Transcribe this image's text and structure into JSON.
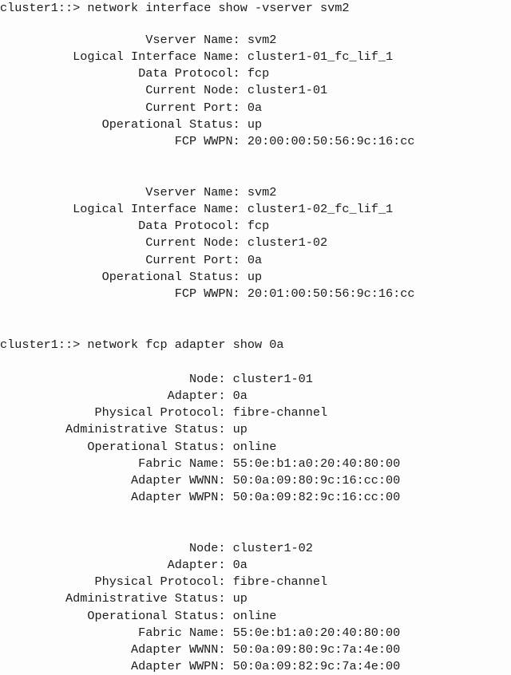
{
  "commands": [
    {
      "prompt": "cluster1::> ",
      "text": "network interface show -vserver svm2"
    },
    {
      "prompt": "cluster1::> ",
      "text": "network fcp adapter show 0a"
    }
  ],
  "interfaces": [
    {
      "rows": [
        {
          "label": "Vserver Name:",
          "value": "svm2"
        },
        {
          "label": "Logical Interface Name:",
          "value": "cluster1-01_fc_lif_1"
        },
        {
          "label": "Data Protocol:",
          "value": "fcp"
        },
        {
          "label": "Current Node:",
          "value": "cluster1-01"
        },
        {
          "label": "Current Port:",
          "value": "0a"
        },
        {
          "label": "Operational Status:",
          "value": "up"
        },
        {
          "label": "FCP WWPN:",
          "value": "20:00:00:50:56:9c:16:cc"
        }
      ]
    },
    {
      "rows": [
        {
          "label": "Vserver Name:",
          "value": "svm2"
        },
        {
          "label": "Logical Interface Name:",
          "value": "cluster1-02_fc_lif_1"
        },
        {
          "label": "Data Protocol:",
          "value": "fcp"
        },
        {
          "label": "Current Node:",
          "value": "cluster1-02"
        },
        {
          "label": "Current Port:",
          "value": "0a"
        },
        {
          "label": "Operational Status:",
          "value": "up"
        },
        {
          "label": "FCP WWPN:",
          "value": "20:01:00:50:56:9c:16:cc"
        }
      ]
    }
  ],
  "adapters": [
    {
      "rows": [
        {
          "label": "Node:",
          "value": "cluster1-01"
        },
        {
          "label": "Adapter:",
          "value": "0a"
        },
        {
          "label": "Physical Protocol:",
          "value": "fibre-channel"
        },
        {
          "label": "Administrative Status:",
          "value": "up"
        },
        {
          "label": "Operational Status:",
          "value": "online"
        },
        {
          "label": "Fabric Name:",
          "value": "55:0e:b1:a0:20:40:80:00"
        },
        {
          "label": "Adapter WWNN:",
          "value": "50:0a:09:80:9c:16:cc:00"
        },
        {
          "label": "Adapter WWPN:",
          "value": "50:0a:09:82:9c:16:cc:00"
        }
      ]
    },
    {
      "rows": [
        {
          "label": "Node:",
          "value": "cluster1-02"
        },
        {
          "label": "Adapter:",
          "value": "0a"
        },
        {
          "label": "Physical Protocol:",
          "value": "fibre-channel"
        },
        {
          "label": "Administrative Status:",
          "value": "up"
        },
        {
          "label": "Operational Status:",
          "value": "online"
        },
        {
          "label": "Fabric Name:",
          "value": "55:0e:b1:a0:20:40:80:00"
        },
        {
          "label": "Adapter WWNN:",
          "value": "50:0a:09:80:9c:7a:4e:00"
        },
        {
          "label": "Adapter WWPN:",
          "value": "50:0a:09:82:9c:7a:4e:00"
        }
      ]
    }
  ]
}
